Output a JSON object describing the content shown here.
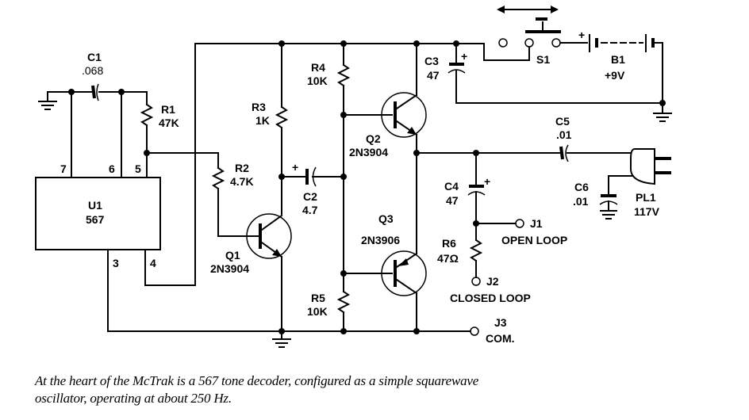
{
  "diagram": {
    "title": "McTrak 567 tone decoder squarewave oscillator schematic",
    "components": {
      "U1": {
        "ref": "U1",
        "value": "567",
        "pins": {
          "p7": "7",
          "p6": "6",
          "p5": "5",
          "p3": "3",
          "p4": "4"
        }
      },
      "C1": {
        "ref": "C1",
        "value": ".068"
      },
      "R1": {
        "ref": "R1",
        "value": "47K"
      },
      "R2": {
        "ref": "R2",
        "value": "4.7K"
      },
      "R3": {
        "ref": "R3",
        "value": "1K"
      },
      "R4": {
        "ref": "R4",
        "value": "10K"
      },
      "R5": {
        "ref": "R5",
        "value": "10K"
      },
      "R6": {
        "ref": "R6",
        "value": "47Ω"
      },
      "C2": {
        "ref": "C2",
        "value": "4.7"
      },
      "C3": {
        "ref": "C3",
        "value": "47"
      },
      "C4": {
        "ref": "C4",
        "value": "47"
      },
      "C5": {
        "ref": "C5",
        "value": ".01"
      },
      "C6": {
        "ref": "C6",
        "value": ".01"
      },
      "Q1": {
        "ref": "Q1",
        "value": "2N3904"
      },
      "Q2": {
        "ref": "Q2",
        "value": "2N3904"
      },
      "Q3": {
        "ref": "Q3",
        "value": "2N3906"
      },
      "S1": {
        "ref": "S1"
      },
      "B1": {
        "ref": "B1",
        "value": "+9V"
      },
      "PL1": {
        "ref": "PL1",
        "value": "117V"
      },
      "J1": {
        "ref": "J1",
        "label": "OPEN LOOP"
      },
      "J2": {
        "ref": "J2",
        "label": "CLOSED LOOP"
      },
      "J3": {
        "ref": "J3",
        "label": "COM."
      }
    },
    "polarity_mark": "+"
  },
  "caption": {
    "line1": "At the heart of the McTrak is a 567 tone decoder, configured as a simple squarewave",
    "line2": "oscillator, operating at about 250 Hz."
  }
}
